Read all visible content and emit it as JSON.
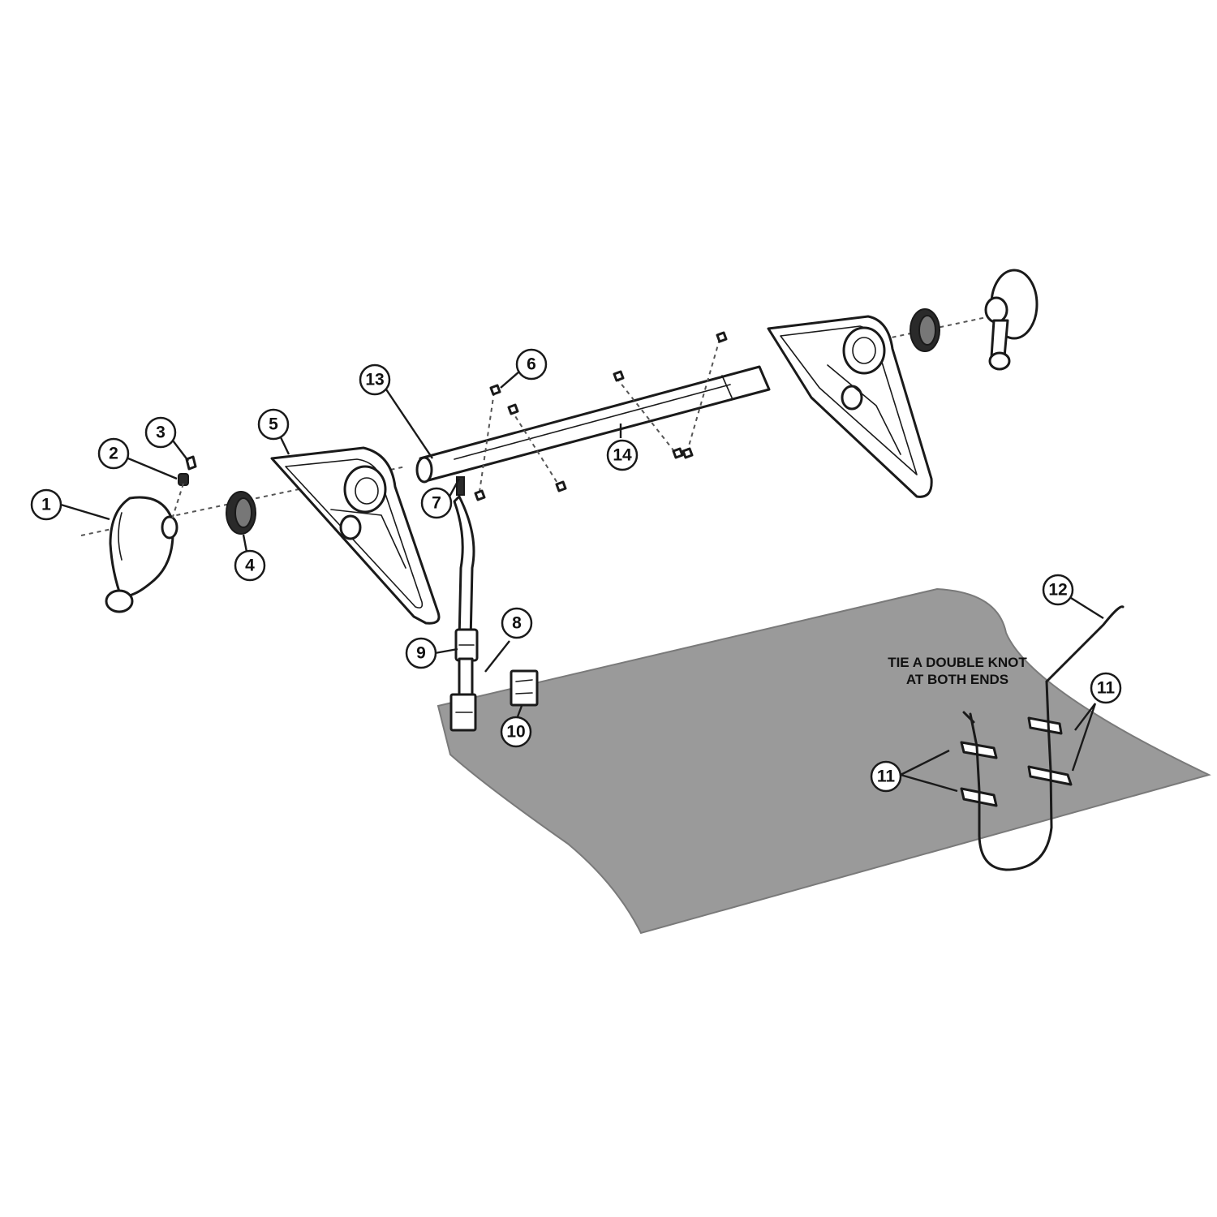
{
  "note": {
    "line1": "TIE A DOUBLE KNOT",
    "line2": "AT BOTH ENDS"
  },
  "callouts": {
    "c1": "1",
    "c2": "2",
    "c3": "3",
    "c4": "4",
    "c5": "5",
    "c6": "6",
    "c7": "7",
    "c8": "8",
    "c9": "9",
    "c10": "10",
    "c11a": "11",
    "c11b": "11",
    "c12": "12",
    "c13": "13",
    "c14": "14"
  },
  "colors": {
    "cover": "#9a9a9a",
    "line": "#1a1a1a",
    "background": "#ffffff"
  }
}
